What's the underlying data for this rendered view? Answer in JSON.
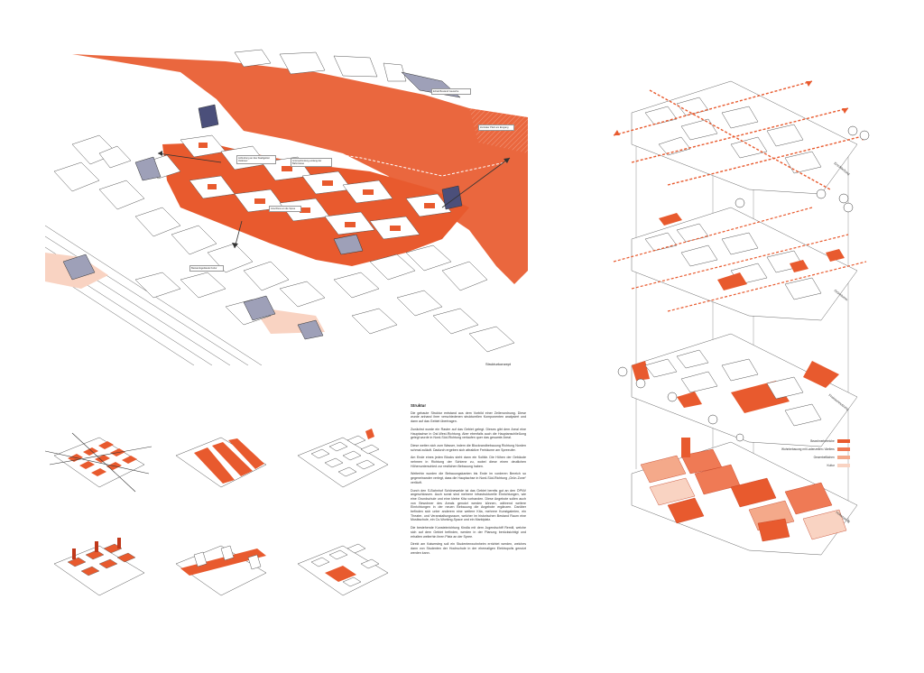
{
  "colors": {
    "accent": "#e85a2e",
    "accent_light": "#f4a98a",
    "accent_pale": "#f9d3c2",
    "building_grey": "#9ea0b8",
    "building_dark": "#4b4f7a",
    "line": "#444444"
  },
  "main_map": {
    "caption": "Strukturkonzept",
    "notes": [
      "Anbindung an das Stadtgebiet Ostkreuz",
      "Grünverbindung entlang der Bahntrasse",
      "Erhalt Bestand Gewerbe",
      "Zentraler Platz am Eingang",
      "Anschluss an die Spree",
      "Bestandsgebäude Kultur"
    ]
  },
  "article": {
    "heading": "Struktur",
    "paragraphs": [
      "Die gebaute Struktur entstand aus dem Vorbild einer Zeilenordnung. Diese wurde anhand ihrer verschiedenen strukturellen Komponenten analysiert und dann auf das Gebiet übertragen.",
      "Zunächst wurde ein Raster auf das Gebiet gelegt. Dieses gibt dem Areal eine Hauptachse in Ost-West-Richtung. Aber ebenfalls auch die Hauptanschließung gelegt wurde in Nord-Süd-Richtung verlaufen quer das gesamte Areal.",
      "Diese weiten sich zum Wasser, indem die Blockrandbebauung Richtung Norden schmal zuläuft. Dadurch ergeben sich attraktive Freiräume am Spreeufer.",
      "Am Ende eines jeden Blocks steht dann ein Solitär. Die Höhen der Gebäude nehmen in Richtung der Schiene zu, wobei diese einen deutlichen Höhenunterschied zur restlichen Bebauung haben.",
      "Weiterhin wurden die Bebauungskanten bis Ende im vorderen Bereich so gegeneinander verlegt, dass die Hauptachse in Nord-Süd-Richtung „Grün-Zone“ verläuft.",
      "Durch den S-Bahnhof Schöneweide ist das Gebiet bereits gut an den ÖPNV angeschlossen. Auch sonst sind mehrere infrastrukturelle Einrichtungen, wie eine Grundschule und eine kleine Kita vorhanden. Diese Angebote sollen auch von Bewohner des Areals genutzt werden können, während weitere Einrichtungen in der neuen Bebauung die Angebote ergänzen. Darüber befinden sich unter anderem eine weitere Kita, mehrere Kunstgalerien, ein Theater- und Veranstaltungsraum, welcher im historischen Bestand Raum eine Musikschule, ein Co-Working-Space und ein Marktplatz.",
      "Die bestehende Kunsteinrichtung Kindla mit dem Jugendschiff Remill, welche sich auf dem Gebiet befinden, werden in der Planung berücksichtigt und erhalten weiterhin ihren Platz an der Spree.",
      "Direkt am Kaisersteg soll ein Studentenwohnheim errichtet werden, welches dann von Studenten der Hochschule in der ehemaligen Elektropolis genutzt werden kann."
    ]
  },
  "layers": [
    {
      "label": "Erschließung"
    },
    {
      "label": "Grünräume"
    },
    {
      "label": "Freiraumnutzung"
    },
    {
      "label": "Höhenprofil"
    }
  ],
  "legend": [
    {
      "label": "Bewohnerbereiche",
      "color": "#e85a2e"
    },
    {
      "label": "Wohnbebauung mit Ladenzeilen / Ateliers",
      "color": "#ef7a55"
    },
    {
      "label": "Gewerbeflächen",
      "color": "#f4a98a"
    },
    {
      "label": "Kultur",
      "color": "#f9d3c2"
    }
  ]
}
